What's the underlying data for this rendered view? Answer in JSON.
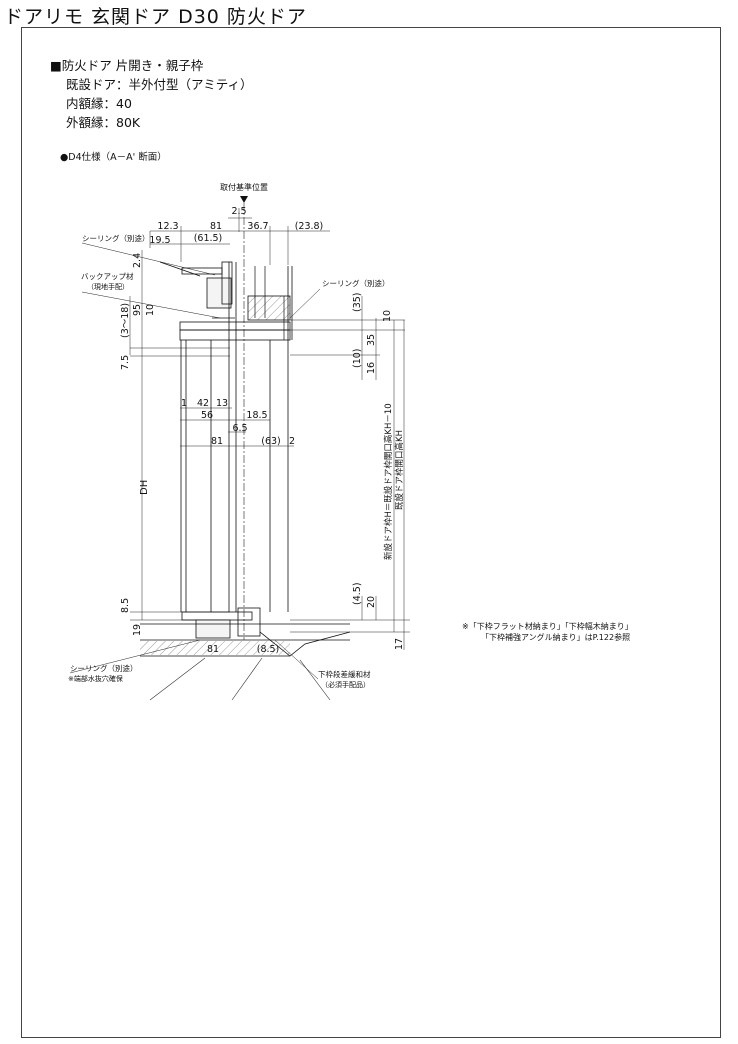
{
  "title": "ドアリモ 玄関ドア D30 防火ドア",
  "spec": {
    "line1": "■防火ドア 片開き・親子枠",
    "line2": "既設ドア：半外付型（アミティ）",
    "line3": "内額縁：40",
    "line4": "外額縁：80K"
  },
  "section_label": "●D4仕様（A－A' 断面）",
  "labels": {
    "ref_position": "取付基準位置",
    "sealing_left": "シーリング（別途）",
    "backup": "バックアップ材",
    "backup_note": "（現地手配）",
    "sealing_right": "シーリング（別途）",
    "sealing_bottom": "シーリング（別途）",
    "sealing_bottom_note": "※端部水抜穴確保",
    "lower_frame": "下枠段差緩和材",
    "lower_frame_note": "（必須手配品）",
    "dh": "DH",
    "vertical_1": "新設ドア枠H＝既設ドア枠開口高KH－10",
    "vertical_2": "既設ドア枠開口高KH"
  },
  "dims": {
    "d2_5": "2.5",
    "d12_3": "12.3",
    "d81a": "81",
    "d36_7": "36.7",
    "d23_8": "(23.8)",
    "d19_5": "19.5",
    "d61_5": "(61.5)",
    "d2_4": "2.4",
    "d3_18": "(3～18)",
    "d95": "95",
    "d10a": "10",
    "d7_5": "7.5",
    "d35p": "(35)",
    "d10b": "10",
    "d35": "35",
    "d10p": "(10)",
    "d16": "16",
    "d1": "1",
    "d42": "42",
    "d13": "13",
    "d56": "56",
    "d18_5": "18.5",
    "d6_5": "6.5",
    "d81b": "81",
    "d63p": "(63)",
    "d2": "2",
    "d8_5": "8.5",
    "d19": "19",
    "d4_5p": "(4.5)",
    "d20": "20",
    "d17": "17",
    "d81c": "81",
    "d8_5p": "(8.5)"
  },
  "right_note": {
    "line1": "※「下枠フラット材納まり」「下枠幅木納まり」",
    "line2": "「下枠補強アングル納まり」はP.122参照"
  }
}
